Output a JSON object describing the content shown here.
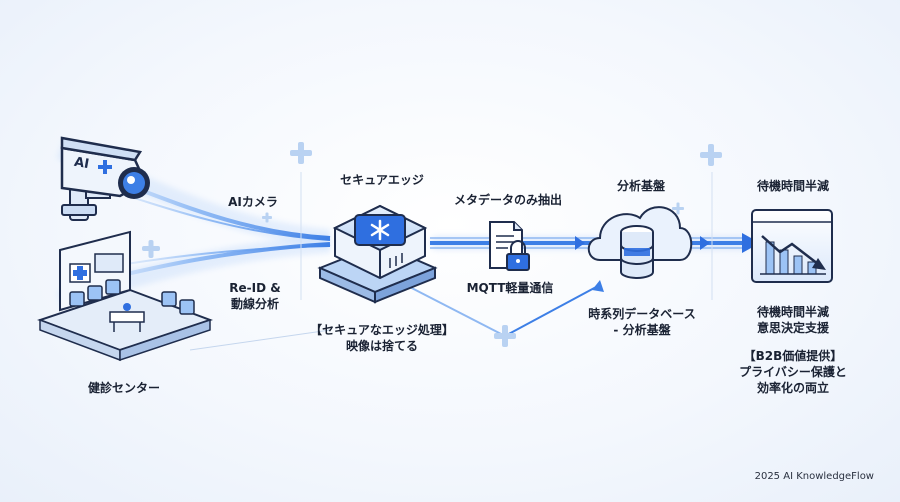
{
  "labels": {
    "ai_camera": "AIカメラ",
    "secure_edge": "セキュアエッジ",
    "metadata_only": "メタデータのみ抽出",
    "analytics_platform": "分析基盤",
    "wait_time_half_top": "待機時間半減",
    "reid_line1": "Re-ID &",
    "reid_line2": "動線分析",
    "mqtt": "MQTT軽量通信",
    "edge_note_line1": "【セキュアなエッジ処理】",
    "edge_note_line2": "映像は捨てる",
    "tsdb_line1": "時系列データベース",
    "tsdb_line2": "- 分析基盤",
    "result_line1": "待機時間半減",
    "result_line2": "意思決定支援",
    "b2b_line1": "【B2B価値提供】",
    "b2b_line2": "プライバシー保護と",
    "b2b_line3": "効率化の両立",
    "health_center": "健診センター",
    "camera_badge": "AI",
    "copyright": "2025 AI KnowledgeFlow"
  },
  "colors": {
    "accent": "#2f6fe0",
    "light_blue": "#9cc3f5",
    "dark_navy": "#1f2d4d"
  }
}
